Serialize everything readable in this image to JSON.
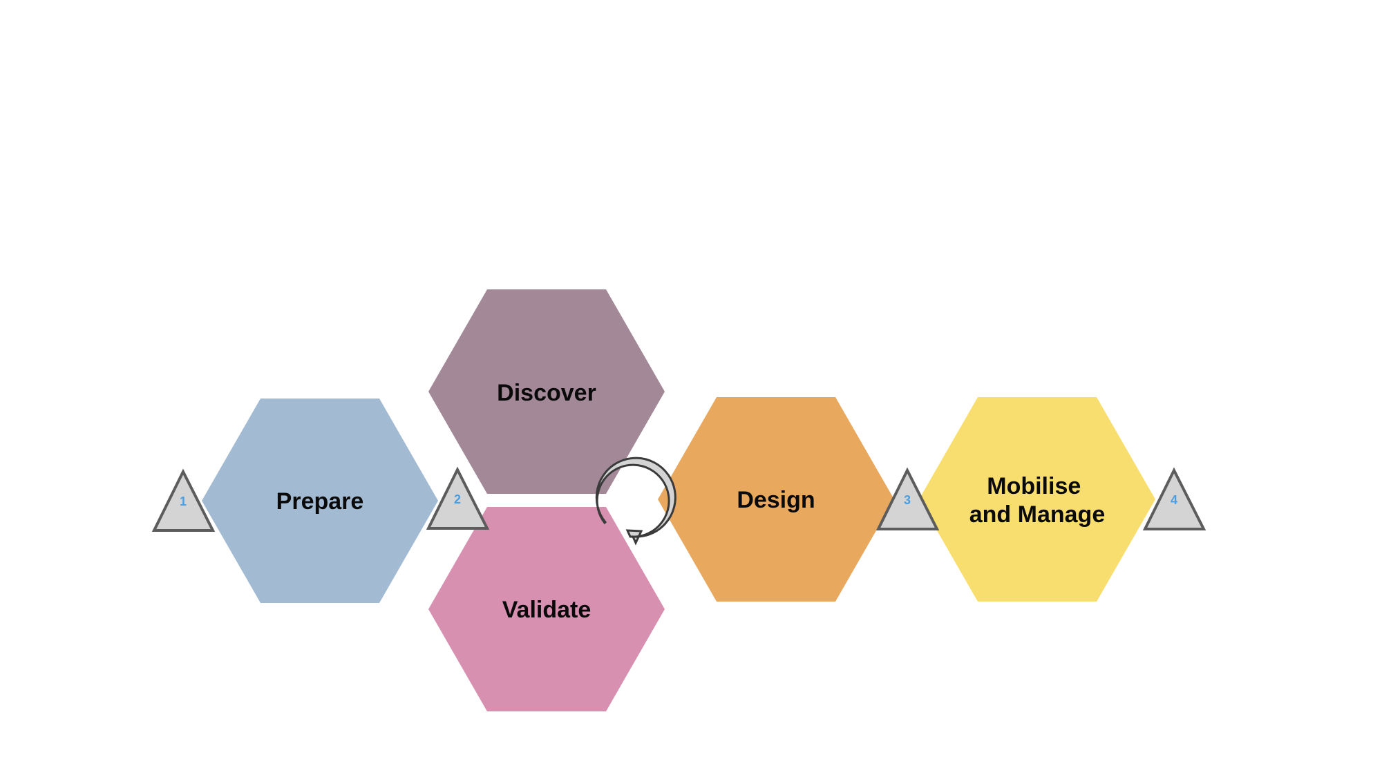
{
  "phases": [
    {
      "id": "prepare",
      "label": "Prepare",
      "color": "#a2bbd3"
    },
    {
      "id": "discover",
      "label": "Discover",
      "color": "#a38898"
    },
    {
      "id": "validate",
      "label": "Validate",
      "color": "#d890b0"
    },
    {
      "id": "design",
      "label": "Design",
      "color": "#e8a95e"
    },
    {
      "id": "mobilise",
      "label_line1": "Mobilise",
      "label_line2": "and Manage",
      "color": "#f8de6e"
    }
  ],
  "gates": [
    {
      "label": "1",
      "fill": "#d4d4d4",
      "stroke": "#5c5c5c"
    },
    {
      "label": "2",
      "fill": "#d4d4d4",
      "stroke": "#5c5c5c"
    },
    {
      "label": "3",
      "fill": "#d4d4d4",
      "stroke": "#5c5c5c"
    },
    {
      "label": "4",
      "fill": "#d4d4d4",
      "stroke": "#5c5c5c"
    }
  ],
  "cycle_icon": {
    "name": "cycle-arrow-icon",
    "fill": "#d4d4d4",
    "stroke": "#3a3a3a"
  }
}
